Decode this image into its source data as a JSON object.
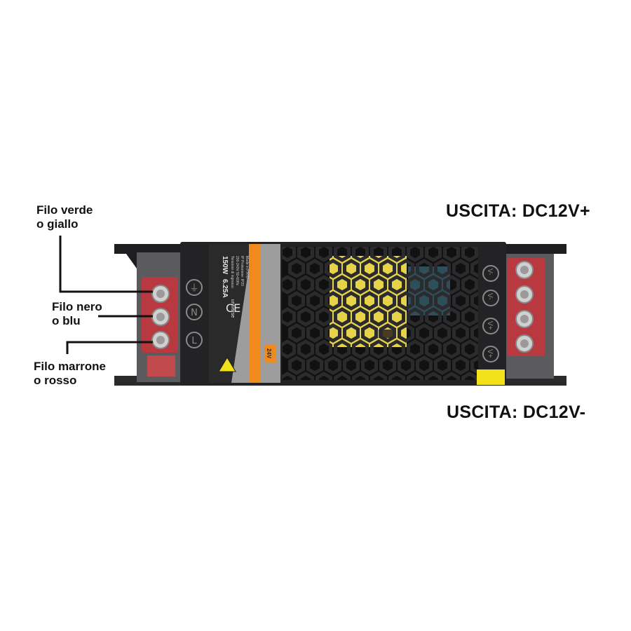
{
  "labels": {
    "green": {
      "line1": "Filo verde",
      "line2": "o giallo"
    },
    "black": {
      "line1": "Filo nero",
      "line2": "o blu"
    },
    "brown": {
      "line1": "Filo marrone",
      "line2": "o rosso"
    }
  },
  "outputs": {
    "plus": "USCITA: DC12V+",
    "minus": "USCITA: DC12V-"
  },
  "device_label": {
    "brand": "universe",
    "power": "150W",
    "current": "6.25A",
    "spec1": "Tensione di ingresso:",
    "spec2": "200-240V 50-60Hz",
    "spec3": "IP Protezione: IP20",
    "spec4": "Made in P.R.C",
    "voltage": "24V"
  },
  "input_terminals": [
    "⏚",
    "N",
    "L"
  ],
  "output_terminals": [
    "V-",
    "V-",
    "V+",
    "V+"
  ],
  "colors": {
    "body": "#232325",
    "terminal_red": "#b83a40",
    "label_orange": "#f08a1c",
    "fan_yellow": "#e6d34a",
    "sticker_yellow": "#f2e019"
  }
}
